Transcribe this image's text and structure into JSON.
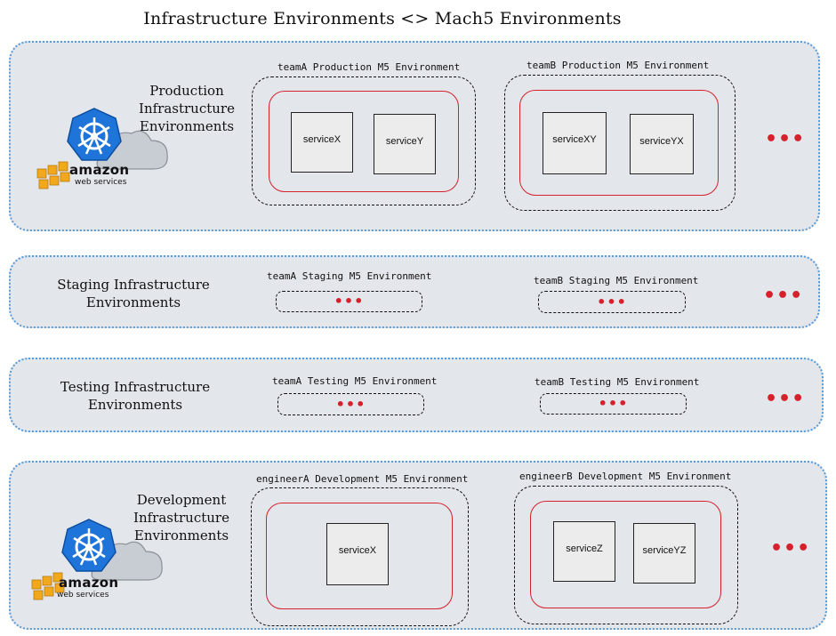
{
  "title": "Infrastructure Environments <> Mach5 Environments",
  "bands": {
    "production": {
      "label": "Production\nInfrastructure\nEnvironments",
      "envs": [
        {
          "label": "teamA Production M5 Environment",
          "services": [
            "serviceX",
            "serviceY"
          ]
        },
        {
          "label": "teamB Production M5 Environment",
          "services": [
            "serviceXY",
            "serviceYX"
          ]
        }
      ],
      "more": "•••"
    },
    "staging": {
      "label": "Staging Infrastructure\nEnvironments",
      "envs": [
        {
          "label": "teamA Staging M5 Environment",
          "more": "•••"
        },
        {
          "label": "teamB Staging M5 Environment",
          "more": "•••"
        }
      ],
      "more": "•••"
    },
    "testing": {
      "label": "Testing Infrastructure\nEnvironments",
      "envs": [
        {
          "label": "teamA Testing M5 Environment",
          "more": "•••"
        },
        {
          "label": "teamB Testing M5 Environment",
          "more": "•••"
        }
      ],
      "more": "•••"
    },
    "development": {
      "label": "Development\nInfrastructure\nEnvironments",
      "envs": [
        {
          "label": "engineerA Development M5 Environment",
          "services": [
            "serviceX"
          ]
        },
        {
          "label": "engineerB Development M5 Environment",
          "services": [
            "serviceZ",
            "serviceYZ"
          ]
        }
      ],
      "more": "•••"
    }
  },
  "logo": {
    "brand": "amazon",
    "sub": "web services",
    "icons": [
      "kubernetes-icon",
      "aws-cloud-icon",
      "aws-cubes-icon"
    ],
    "colors": {
      "kubernetes": "#1e74d8",
      "cloud": "#c8ccd3",
      "cubes": "#f2a81d"
    }
  },
  "colors": {
    "band_fill": "#e3e6eb",
    "band_border": "#5b9bd5",
    "cluster_border": "#d6202c",
    "dots": "#d6202c"
  }
}
